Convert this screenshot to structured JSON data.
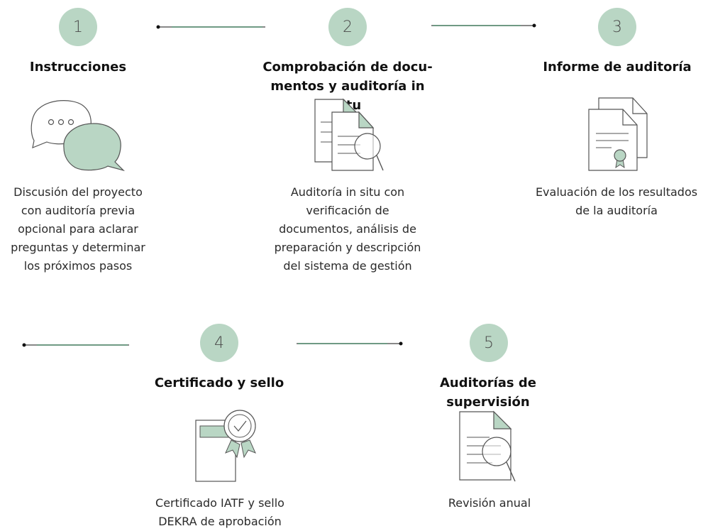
{
  "colors": {
    "accent": "#b9d6c4",
    "line_dark": "#111111",
    "stroke": "#555555"
  },
  "steps": [
    {
      "number": "1",
      "title": "Instrucciones",
      "icon": "chat-bubbles-icon",
      "description": [
        "Discusión del proyecto",
        "con auditoría previa",
        "opcional para aclarar",
        "preguntas y determinar",
        "los próximos pasos"
      ]
    },
    {
      "number": "2",
      "title": [
        "Comprobación de docu-",
        "mentos y auditoría in situ"
      ],
      "icon": "documents-magnifier-icon",
      "description": [
        "Auditoría in situ con",
        "verificación de",
        "documentos, análisis de",
        "preparación y descripción",
        "del sistema de gestión"
      ]
    },
    {
      "number": "3",
      "title": "Informe de auditoría",
      "icon": "report-certificate-icon",
      "description": [
        "Evaluación de los resultados",
        "de la auditoría"
      ]
    },
    {
      "number": "4",
      "title": "Certificado y sello",
      "icon": "certificate-seal-icon",
      "description": [
        "Certificado IATF y sello",
        "DEKRA de aprobación"
      ]
    },
    {
      "number": "5",
      "title": "Auditorías de supervisión",
      "icon": "document-review-icon",
      "description": [
        "Revisión anual"
      ]
    }
  ]
}
